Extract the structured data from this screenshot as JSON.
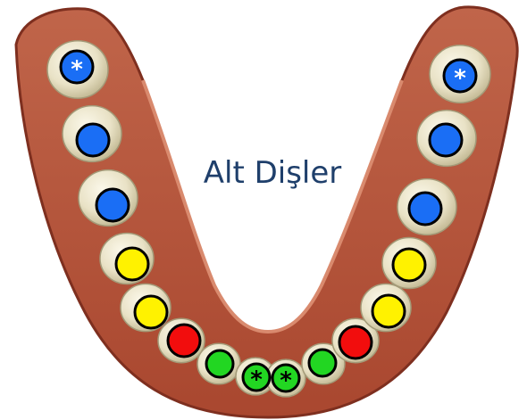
{
  "title": "Alt Dişler",
  "legend_colors": {
    "blue": "#1a6ef5",
    "yellow": "#fff200",
    "red": "#f20d0d",
    "green": "#22d622"
  },
  "markers": [
    {
      "id": "left-molar-3",
      "side": "left",
      "color": "blue",
      "star": true
    },
    {
      "id": "left-molar-2",
      "side": "left",
      "color": "blue",
      "star": false
    },
    {
      "id": "left-molar-1",
      "side": "left",
      "color": "blue",
      "star": false
    },
    {
      "id": "left-premolar-2",
      "side": "left",
      "color": "yellow",
      "star": false
    },
    {
      "id": "left-premolar-1",
      "side": "left",
      "color": "yellow",
      "star": false
    },
    {
      "id": "left-canine",
      "side": "left",
      "color": "red",
      "star": false
    },
    {
      "id": "left-incisor-2",
      "side": "left",
      "color": "green",
      "star": false
    },
    {
      "id": "left-incisor-1",
      "side": "left",
      "color": "green",
      "star": true
    },
    {
      "id": "right-incisor-1",
      "side": "right",
      "color": "green",
      "star": true
    },
    {
      "id": "right-incisor-2",
      "side": "right",
      "color": "green",
      "star": false
    },
    {
      "id": "right-canine",
      "side": "right",
      "color": "red",
      "star": false
    },
    {
      "id": "right-premolar-1",
      "side": "right",
      "color": "yellow",
      "star": false
    },
    {
      "id": "right-premolar-2",
      "side": "right",
      "color": "yellow",
      "star": false
    },
    {
      "id": "right-molar-1",
      "side": "right",
      "color": "blue",
      "star": false
    },
    {
      "id": "right-molar-2",
      "side": "right",
      "color": "blue",
      "star": false
    },
    {
      "id": "right-molar-3",
      "side": "right",
      "color": "blue",
      "star": true
    }
  ],
  "star_symbol": "*"
}
